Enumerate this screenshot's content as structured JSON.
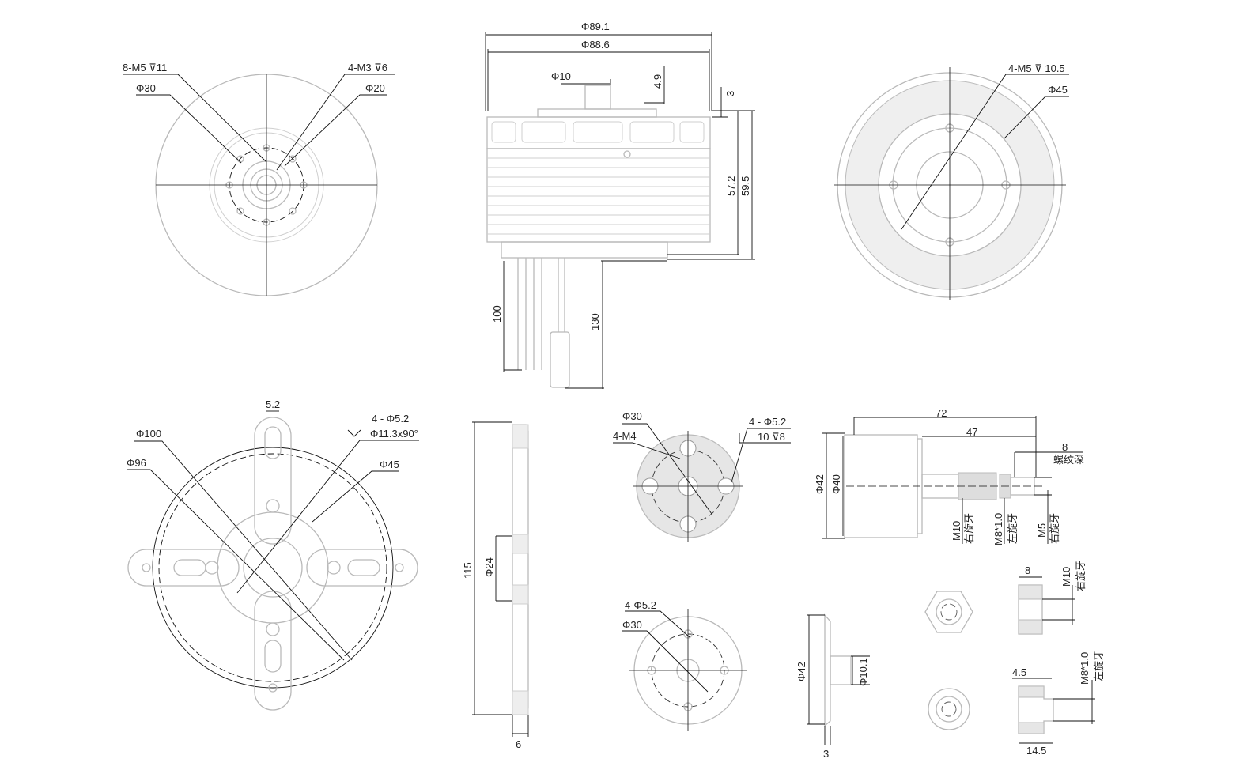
{
  "view_top_left": {
    "callout_8m5": "8-M5 ⊽11",
    "callout_4m3": "4-M3 ⊽6",
    "dia_30": "Φ30",
    "dia_20": "Φ20"
  },
  "view_side": {
    "dia_891": "Φ89.1",
    "dia_886": "Φ88.6",
    "dia_10": "Φ10",
    "h_49": "4.9",
    "h_3": "3",
    "h_572": "57.2",
    "h_595": "59.5",
    "lead_100": "100",
    "lead_130": "130"
  },
  "view_top_right": {
    "callout_4m5": "4-M5 ⊽ 10.5",
    "dia_45": "Φ45"
  },
  "view_mount": {
    "w_52": "5.2",
    "holes": "4 - Φ5.2",
    "countersink": "Φ11.3x90°",
    "dia_100": "Φ100",
    "dia_96": "Φ96",
    "dia_45": "Φ45"
  },
  "view_mount_side": {
    "h_115": "115",
    "dia_24": "Φ24",
    "t_6": "6"
  },
  "view_prop_plate": {
    "dia_30": "Φ30",
    "threads": "4-M4",
    "holes": "4 - Φ5.2",
    "cbore": "10 ⊽8"
  },
  "view_shaft": {
    "len_72": "72",
    "len_47": "47",
    "depth_8": "8",
    "thread_depth": "螺纹深",
    "dia_42": "Φ42",
    "dia_40": "Φ40",
    "m10": "M10",
    "m10_dir": "右旋牙",
    "m8": "M8*1.0",
    "m8_dir": "左旋牙",
    "m5": "M5",
    "m5_dir": "右旋牙"
  },
  "view_adapter": {
    "holes": "4-Φ5.2",
    "dia_30": "Φ30",
    "dia_42": "Φ42",
    "dia_101": "Φ10.1",
    "t_3": "3"
  },
  "view_nuts": {
    "w_8": "8",
    "m10": "M10",
    "m10_dir": "右旋牙",
    "w_45": "4.5",
    "m8": "M8*1.0",
    "m8_dir": "左旋牙",
    "w_145": "14.5"
  }
}
